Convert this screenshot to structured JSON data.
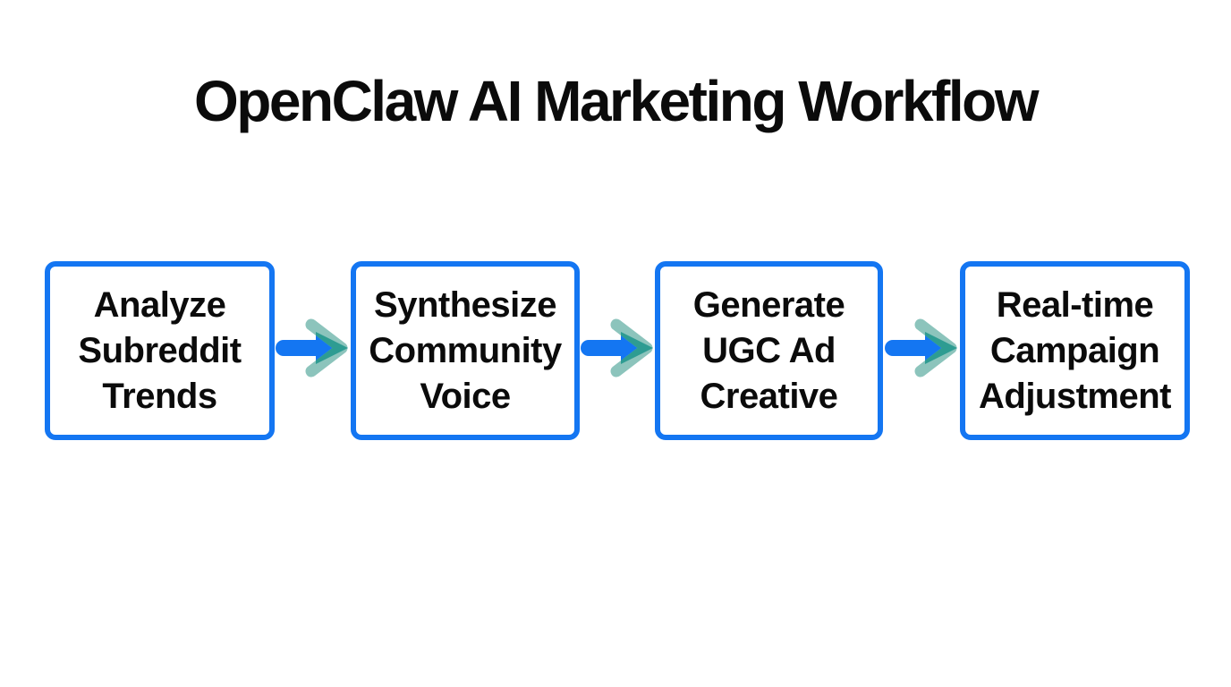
{
  "title": "OpenClaw AI Marketing Workflow",
  "workflow": {
    "steps": [
      {
        "label": "Analyze\nSubreddit\nTrends"
      },
      {
        "label": "Synthesize\nCommunity\nVoice"
      },
      {
        "label": "Generate\nUGC Ad\nCreative"
      },
      {
        "label": "Real-time\nCampaign\nAdjustment"
      }
    ]
  },
  "icons": {
    "connector": "flow-arrow-icon"
  },
  "colors": {
    "accent_blue": "#1476F2",
    "teal_light": "#8CC4BC",
    "teal_dark": "#2E9C92",
    "text_black": "#0B0B0B",
    "background": "#FFFFFF"
  }
}
